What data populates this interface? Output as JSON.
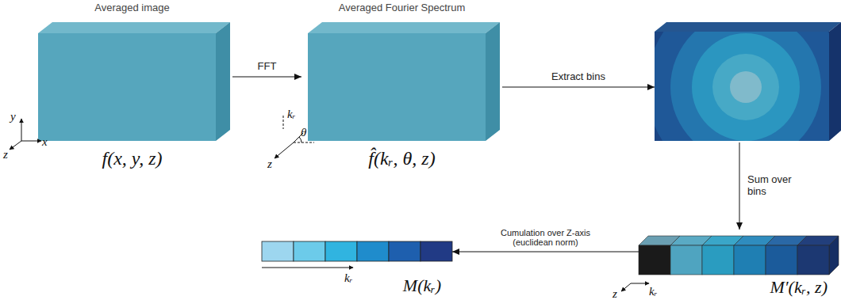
{
  "diagram": {
    "nodes": [
      {
        "text": [
          "Averaged image",
          "f(x, y, z)"
        ]
      },
      {
        "text": [
          "Averaged Fourier Spectrum",
          "f̂(kᵣ, θ, z)"
        ]
      },
      {
        "text": []
      },
      {
        "text": [
          "M′(kᵣ, z)"
        ]
      },
      {
        "text": [
          "M(kᵣ)"
        ]
      }
    ],
    "edges": [
      {
        "from": 0,
        "to": 1,
        "label": "FFT",
        "arrow": "to"
      },
      {
        "from": 1,
        "to": 2,
        "label": "Extract bins",
        "arrow": "to"
      },
      {
        "from": 2,
        "to": 3,
        "label": "Sum over bins",
        "arrow": "to"
      },
      {
        "from": 3,
        "to": 4,
        "label": "Cumulation over Z-axis (euclidean norm)",
        "arrow": "to"
      }
    ],
    "labels": [
      "y",
      "x",
      "z",
      "kᵣ",
      "θ",
      "z",
      "kᵣ",
      "z",
      "kᵣ"
    ]
  }
}
